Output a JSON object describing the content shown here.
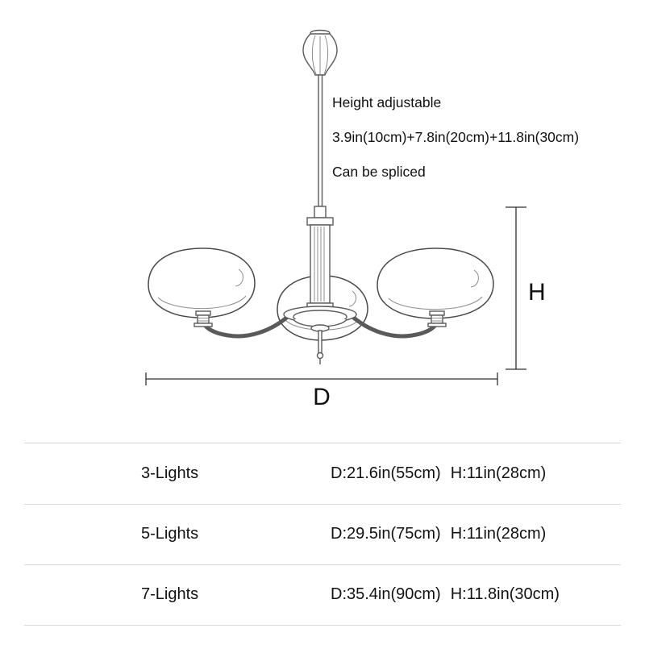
{
  "diagram": {
    "annotations": {
      "line1": "Height adjustable",
      "line2": "3.9in(10cm)+7.8in(20cm)+11.8in(30cm)",
      "line3": "Can be spliced"
    },
    "dimension_labels": {
      "height": "H",
      "diameter": "D"
    }
  },
  "spec_table": {
    "rows": [
      {
        "label": "3-Lights",
        "d": "D:21.6in(55cm)",
        "h": "H:11in(28cm)"
      },
      {
        "label": "5-Lights",
        "d": "D:29.5in(75cm)",
        "h": "H:11in(28cm)"
      },
      {
        "label": "7-Lights",
        "d": "D:35.4in(90cm)",
        "h": "H:11.8in(30cm)"
      }
    ]
  },
  "colors": {
    "background": "#ffffff",
    "drawing_stroke": "#5a5a5a",
    "glass_stroke": "#4a4a4a",
    "detail_stroke": "#8c8c8c",
    "dimension_stroke": "#2f2f2f",
    "text": "#111111",
    "divider": "#d9d9d9"
  }
}
